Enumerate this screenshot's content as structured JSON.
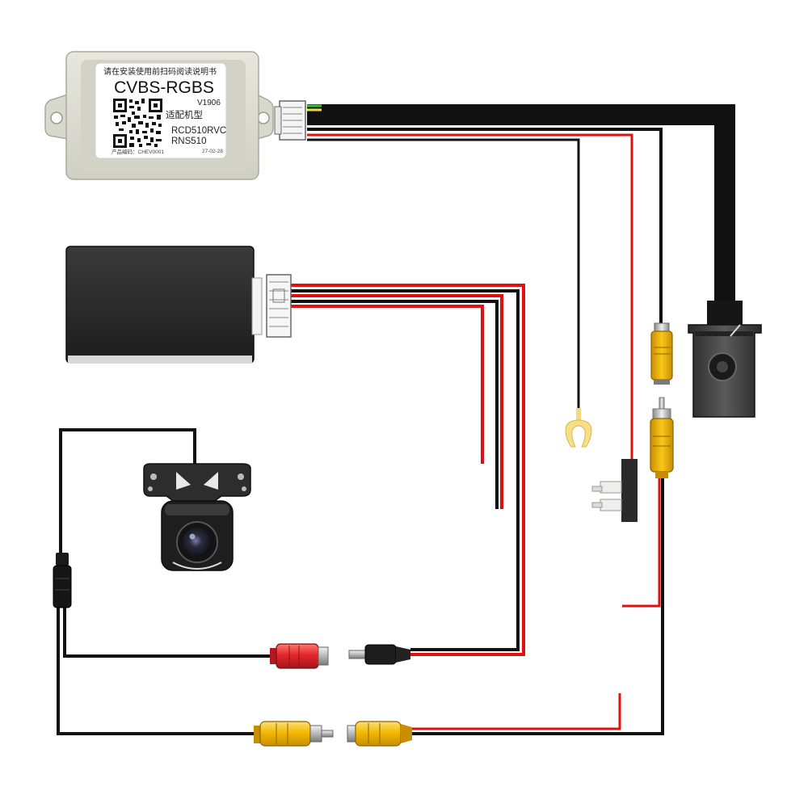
{
  "decoder_label": {
    "notice": "请在安装使用前扫码阅读说明书",
    "model": "CVBS-RGBS",
    "version": "V1906",
    "fit_heading": "适配机型",
    "fit_model_1": "RCD510RVC",
    "fit_model_2": "RNS510",
    "product_code": "产品编码：CHEV0001",
    "date": "27-02-28"
  },
  "colors": {
    "wire_black": "#111111",
    "wire_red": "#e01010",
    "wire_green": "#36c23a",
    "wire_yellow": "#f0e040",
    "rca_yellow": "#f2b705",
    "rca_red": "#e3262b",
    "decoder_case": "#dcdcd2",
    "power_box": "#2b2b2b"
  },
  "components": [
    {
      "name": "cvbs-rgbs-decoder",
      "icon": "decoder-module-icon"
    },
    {
      "name": "power-box",
      "icon": "black-box-icon"
    },
    {
      "name": "rear-camera",
      "icon": "camera-icon"
    },
    {
      "name": "rca-video-connectors",
      "icon": "rca-plug-icon"
    },
    {
      "name": "dc-power-plug",
      "icon": "dc-plug-icon"
    },
    {
      "name": "fork-terminal",
      "icon": "fork-terminal-icon"
    },
    {
      "name": "fuse-tap",
      "icon": "fuse-icon"
    },
    {
      "name": "head-unit-plug",
      "icon": "head-unit-connector-icon"
    }
  ]
}
